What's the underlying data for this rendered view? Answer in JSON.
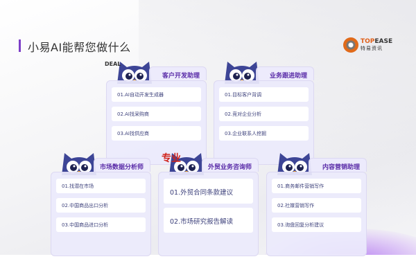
{
  "header": {
    "title": "小易AI能帮您做什么",
    "logo_text_en_prefix": "TOP",
    "logo_text_en_suffix": "EASE",
    "logo_text_cn": "特易资讯"
  },
  "decor": {
    "deal": "DEAL",
    "pro": "专业"
  },
  "cards": [
    {
      "title": "客户开发助理",
      "items": [
        "01.AI自动开发生成器",
        "02.AI找采购商",
        "03.AI找供应商"
      ]
    },
    {
      "title": "业务跟进助理",
      "items": [
        "01.目标客户背调",
        "02.竞对企业分析",
        "03.企业联系人挖掘"
      ]
    },
    {
      "title": "市场数据分析师",
      "items": [
        "01.找潜在市场",
        "02.中国商品出口分析",
        "03.中国商品进口分析"
      ]
    },
    {
      "title": "外贸业务咨询师",
      "items": [
        "01.外贸合同条款建议",
        "02.市场研究报告解读"
      ]
    },
    {
      "title": "内容营销助理",
      "items": [
        "01.商务邮件营销写作",
        "02.社媒营销写作",
        "03.询盘回复分析建议"
      ]
    }
  ],
  "colors": {
    "accent": "#7d3fc8",
    "title_purple": "#5a2ca8",
    "item_text": "#3b3f7a",
    "owl": "#3d4596"
  }
}
